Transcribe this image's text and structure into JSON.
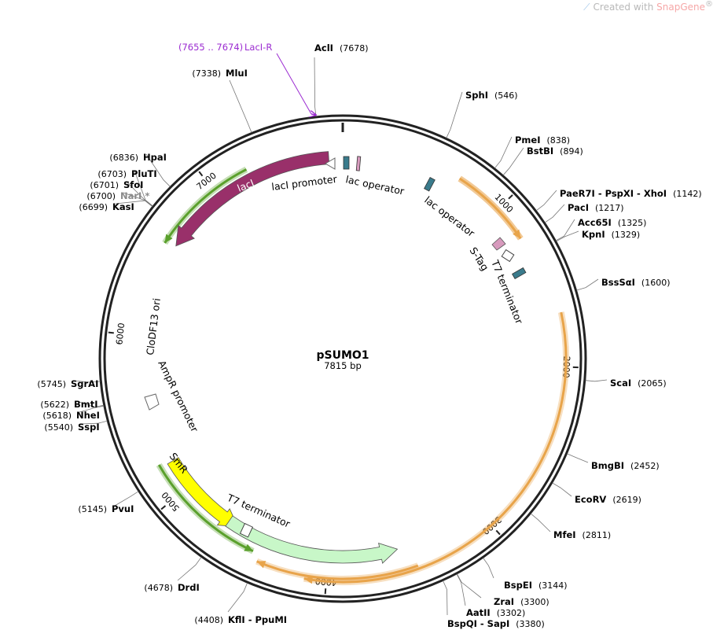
{
  "watermark": {
    "prefix": "Created with ",
    "brand": "SnapGene",
    "mark": "®"
  },
  "plasmid": {
    "name": "pSUMO1",
    "size_label": "7815 bp",
    "length": 7815
  },
  "colors": {
    "backbone": "#222222",
    "laci": "#99306a",
    "cdf": "#ffff00",
    "smr": "#c8f7c8",
    "orange": "#e8a44a",
    "green": "#5aa02c",
    "promoter": "#ffffff",
    "operator": "#3a7b8c",
    "stag": "#d79abd",
    "lacr": "#9b2bd1"
  },
  "ticks": [
    {
      "pos": 0,
      "label": ""
    },
    {
      "pos": 1000,
      "label": "1000"
    },
    {
      "pos": 2000,
      "label": "2000"
    },
    {
      "pos": 3000,
      "label": "3000"
    },
    {
      "pos": 4000,
      "label": "4000"
    },
    {
      "pos": 5000,
      "label": "5000"
    },
    {
      "pos": 6000,
      "label": "6000"
    },
    {
      "pos": 7000,
      "label": "7000"
    }
  ],
  "primer": {
    "name": "LacI-R",
    "range": "(7655 .. 7674)",
    "pos": 7664
  },
  "sites": [
    {
      "name": "AclI",
      "pos_label": "(7678)",
      "pos": 7678,
      "side": "right"
    },
    {
      "name": "SphI",
      "pos_label": "(546)",
      "pos": 546,
      "side": "right"
    },
    {
      "name": "PmeI",
      "pos_label": "(838)",
      "pos": 838,
      "side": "right"
    },
    {
      "name": "BstBI",
      "pos_label": "(894)",
      "pos": 894,
      "side": "right"
    },
    {
      "name": "PaeR7I - PspXI - XhoI",
      "pos_label": "(1142)",
      "pos": 1142,
      "side": "right"
    },
    {
      "name": "PacI",
      "pos_label": "(1217)",
      "pos": 1217,
      "side": "right"
    },
    {
      "name": "Acc65I",
      "pos_label": "(1325)",
      "pos": 1325,
      "side": "right"
    },
    {
      "name": "KpnI",
      "pos_label": "(1329)",
      "pos": 1329,
      "side": "right"
    },
    {
      "name": "BssSαI",
      "pos_label": "(1600)",
      "pos": 1600,
      "side": "right"
    },
    {
      "name": "ScaI",
      "pos_label": "(2065)",
      "pos": 2065,
      "side": "right"
    },
    {
      "name": "BmgBI",
      "pos_label": "(2452)",
      "pos": 2452,
      "side": "right"
    },
    {
      "name": "EcoRV",
      "pos_label": "(2619)",
      "pos": 2619,
      "side": "right"
    },
    {
      "name": "MfeI",
      "pos_label": "(2811)",
      "pos": 2811,
      "side": "right"
    },
    {
      "name": "BspEI",
      "pos_label": "(3144)",
      "pos": 3144,
      "side": "right"
    },
    {
      "name": "ZraI",
      "pos_label": "(3300)",
      "pos": 3300,
      "side": "right"
    },
    {
      "name": "AatII",
      "pos_label": "(3302)",
      "pos": 3302,
      "side": "right"
    },
    {
      "name": "BspQI - SapI",
      "pos_label": "(3380)",
      "pos": 3380,
      "side": "right"
    },
    {
      "name": "KflI - PpuMI",
      "pos_label": "(4408)",
      "pos": 4408,
      "side": "left"
    },
    {
      "name": "DrdI",
      "pos_label": "(4678)",
      "pos": 4678,
      "side": "left"
    },
    {
      "name": "PvuI",
      "pos_label": "(5145)",
      "pos": 5145,
      "side": "left"
    },
    {
      "name": "SspI",
      "pos_label": "(5540)",
      "pos": 5540,
      "side": "left"
    },
    {
      "name": "NheI",
      "pos_label": "(5618)",
      "pos": 5618,
      "side": "left"
    },
    {
      "name": "BmtI",
      "pos_label": "(5622)",
      "pos": 5622,
      "side": "left"
    },
    {
      "name": "SgrAI",
      "pos_label": "(5745)",
      "pos": 5745,
      "side": "left"
    },
    {
      "name": "KasI",
      "pos_label": "(6699)",
      "pos": 6699,
      "side": "left"
    },
    {
      "name": "NarI *",
      "pos_label": "(6700)",
      "pos": 6700,
      "side": "left",
      "nonunique": true
    },
    {
      "name": "SfoI",
      "pos_label": "(6701)",
      "pos": 6701,
      "side": "left"
    },
    {
      "name": "PluTI",
      "pos_label": "(6703)",
      "pos": 6703,
      "side": "left"
    },
    {
      "name": "HpaI",
      "pos_label": "(6836)",
      "pos": 6836,
      "side": "left"
    },
    {
      "name": "MluI",
      "pos_label": "(7338)",
      "pos": 7338,
      "side": "left"
    }
  ],
  "features": [
    {
      "name": "lacI",
      "type": "cds"
    },
    {
      "name": "lacI promoter",
      "type": "promoter"
    },
    {
      "name": "lac operator",
      "type": "operator"
    },
    {
      "name": "lac operator",
      "type": "operator"
    },
    {
      "name": "S-Tag",
      "type": "tag"
    },
    {
      "name": "T7 terminator",
      "type": "terminator"
    },
    {
      "name": "CloDF13 ori",
      "type": "origin"
    },
    {
      "name": "AmpR promoter",
      "type": "promoter"
    },
    {
      "name": "SmR",
      "type": "cds"
    },
    {
      "name": "T7 terminator",
      "type": "terminator"
    }
  ]
}
